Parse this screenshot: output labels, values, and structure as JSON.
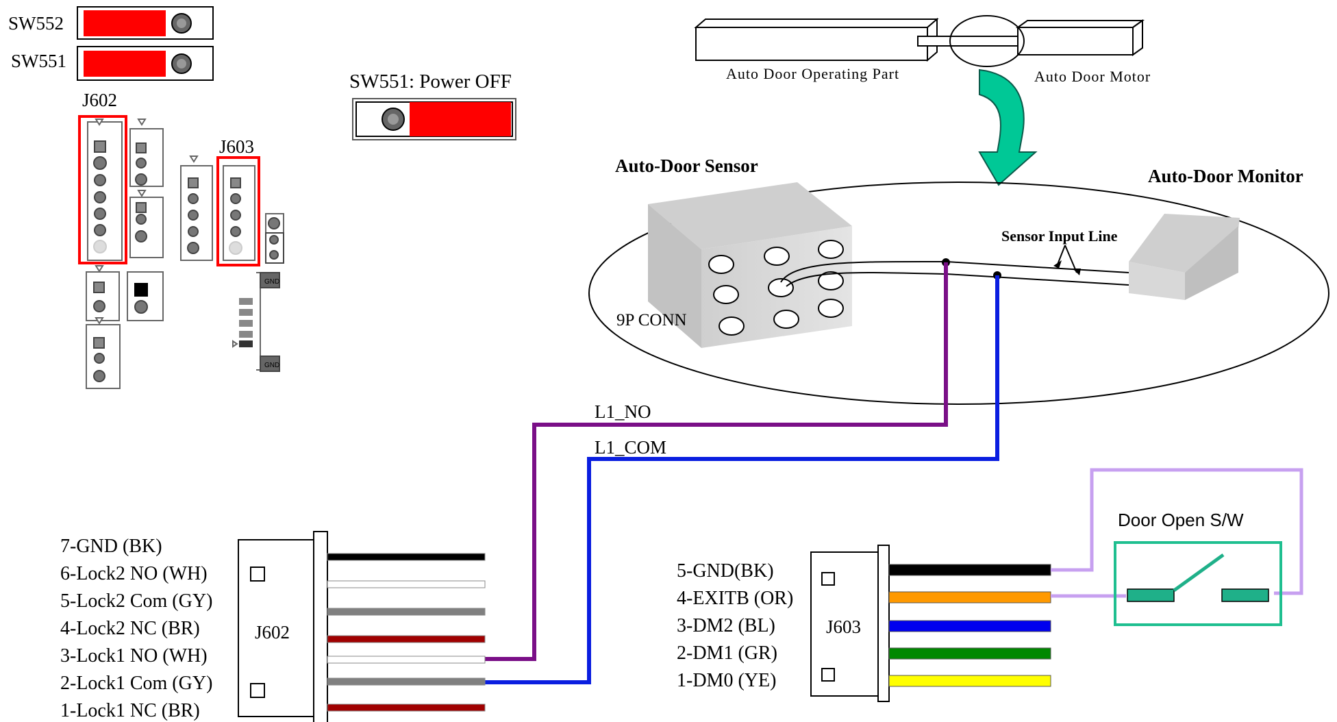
{
  "labels": {
    "sw552": "SW552",
    "sw551": "SW551",
    "j602_top": "J602",
    "j603_top": "J603",
    "sw551_power_off": "SW551: Power OFF",
    "auto_door_operating_part": "Auto Door Operating Part",
    "auto_door_motor": "Auto Door Motor",
    "auto_door_sensor": "Auto-Door Sensor",
    "auto_door_monitor": "Auto-Door Monitor",
    "sensor_input_line": "Sensor Input Line",
    "conn_9p": "9P CONN",
    "l1_no": "L1_NO",
    "l1_com": "L1_COM",
    "door_open_sw": "Door Open S/W",
    "j602_connector": "J602",
    "j603_connector": "J603",
    "gnd_small_top": "GND",
    "gnd_small_bottom": "GND"
  },
  "j602_pins": [
    {
      "label": "7-GND (BK)",
      "color": "#000000"
    },
    {
      "label": "6-Lock2 NO (WH)",
      "color": "#ffffff"
    },
    {
      "label": "5-Lock2 Com (GY)",
      "color": "#808080"
    },
    {
      "label": "4-Lock2 NC (BR)",
      "color": "#a00000"
    },
    {
      "label": "3-Lock1 NO (WH)",
      "color": "#ffffff"
    },
    {
      "label": "2-Lock1 Com (GY)",
      "color": "#808080"
    },
    {
      "label": "1-Lock1 NC (BR)",
      "color": "#a00000"
    }
  ],
  "j603_pins": [
    {
      "label": "5-GND(BK)",
      "color": "#000000"
    },
    {
      "label": "4-EXITB (OR)",
      "color": "#ff9900"
    },
    {
      "label": "3-DM2 (BL)",
      "color": "#0000ee"
    },
    {
      "label": "2-DM1 (GR)",
      "color": "#008800"
    },
    {
      "label": "1-DM0 (YE)",
      "color": "#ffff00"
    }
  ],
  "colors": {
    "switch_red": "#ff0000",
    "highlight_red": "#ff0000",
    "l1_no_wire": "#7a0f87",
    "l1_com_wire": "#0a1ee0",
    "door_switch_frame": "#1fbf90",
    "door_switch_contact": "#1fb089",
    "lilac_wire": "#c7a0f0",
    "arrow": "#00c896"
  },
  "icons": {
    "curved_arrow": "curved-arrow-icon",
    "switch_knob": "switch-knob-icon"
  }
}
